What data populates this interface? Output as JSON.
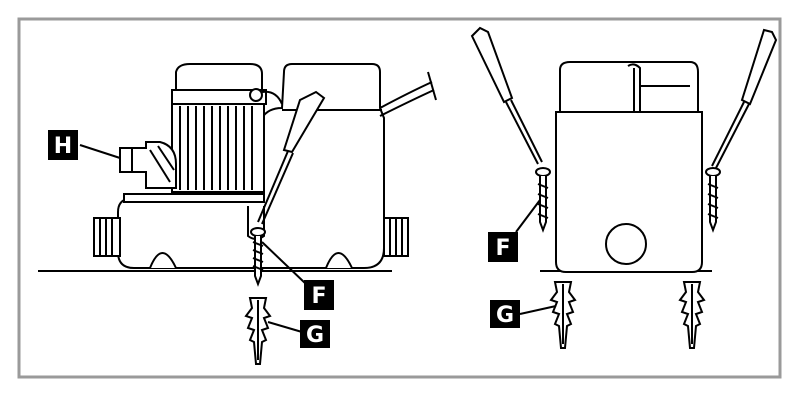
{
  "labels": {
    "H": "H",
    "F_left": "F",
    "G_left": "G",
    "F_right": "F",
    "G_right": "G"
  },
  "colors": {
    "frame": "#9a9a9a",
    "ink": "#000000",
    "paper": "#ffffff",
    "label_bg": "#000000"
  },
  "icons": {
    "pump_side": "pump-side-view-icon",
    "pump_front": "pump-front-view-icon",
    "screwdriver": "screwdriver-icon",
    "screw": "screw-icon",
    "wall_plug": "wall-plug-icon"
  }
}
